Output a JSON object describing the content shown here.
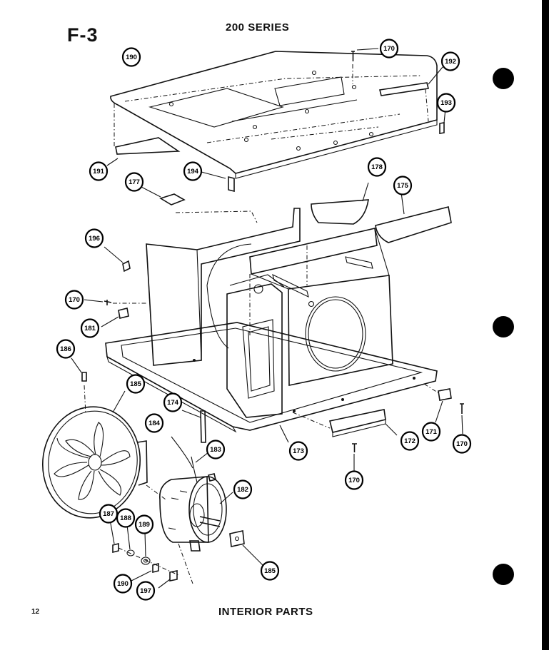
{
  "header": {
    "figure": "F-3",
    "series": "200 SERIES"
  },
  "footer": {
    "page_number": "12",
    "caption": "INTERIOR PARTS"
  },
  "callouts": [
    {
      "id": "c190a",
      "label": "190"
    },
    {
      "id": "c170a",
      "label": "170"
    },
    {
      "id": "c192",
      "label": "192"
    },
    {
      "id": "c193",
      "label": "193"
    },
    {
      "id": "c191",
      "label": "191"
    },
    {
      "id": "c177",
      "label": "177"
    },
    {
      "id": "c194",
      "label": "194"
    },
    {
      "id": "c178",
      "label": "178"
    },
    {
      "id": "c175",
      "label": "175"
    },
    {
      "id": "c196",
      "label": "196"
    },
    {
      "id": "c170b",
      "label": "170"
    },
    {
      "id": "c181",
      "label": "181"
    },
    {
      "id": "c186",
      "label": "186"
    },
    {
      "id": "c185a",
      "label": "185"
    },
    {
      "id": "c174",
      "label": "174"
    },
    {
      "id": "c184",
      "label": "184"
    },
    {
      "id": "c183",
      "label": "183"
    },
    {
      "id": "c182",
      "label": "182"
    },
    {
      "id": "c173",
      "label": "173"
    },
    {
      "id": "c172",
      "label": "172"
    },
    {
      "id": "c171",
      "label": "171"
    },
    {
      "id": "c170c",
      "label": "170"
    },
    {
      "id": "c170d",
      "label": "170"
    },
    {
      "id": "c187",
      "label": "187"
    },
    {
      "id": "c188",
      "label": "188"
    },
    {
      "id": "c189",
      "label": "189"
    },
    {
      "id": "c185b",
      "label": "185"
    },
    {
      "id": "c190b",
      "label": "190"
    },
    {
      "id": "c197",
      "label": "197"
    }
  ]
}
